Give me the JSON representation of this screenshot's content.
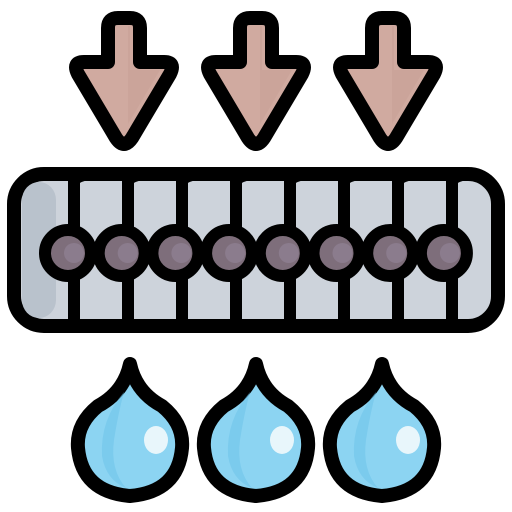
{
  "icon": "membrane-filtration-icon",
  "colors": {
    "outline": "#000000",
    "arrow_fill": "#D0AAA0",
    "arrow_shade": "#C39A90",
    "membrane_fill": "#CDD3DB",
    "membrane_shade": "#B9C2CC",
    "bead_fill": "#7E6E7B",
    "bead_highlight": "#94869A",
    "drop_fill": "#8CD4F2",
    "drop_shade": "#6EC3EA",
    "drop_highlight": "#E8F6FB"
  },
  "arrows": [
    {
      "name": "arrow-down-icon-1"
    },
    {
      "name": "arrow-down-icon-2"
    },
    {
      "name": "arrow-down-icon-3"
    }
  ],
  "beads_count": 8,
  "drops": [
    {
      "name": "water-drop-icon-1"
    },
    {
      "name": "water-drop-icon-2"
    },
    {
      "name": "water-drop-icon-3"
    }
  ]
}
